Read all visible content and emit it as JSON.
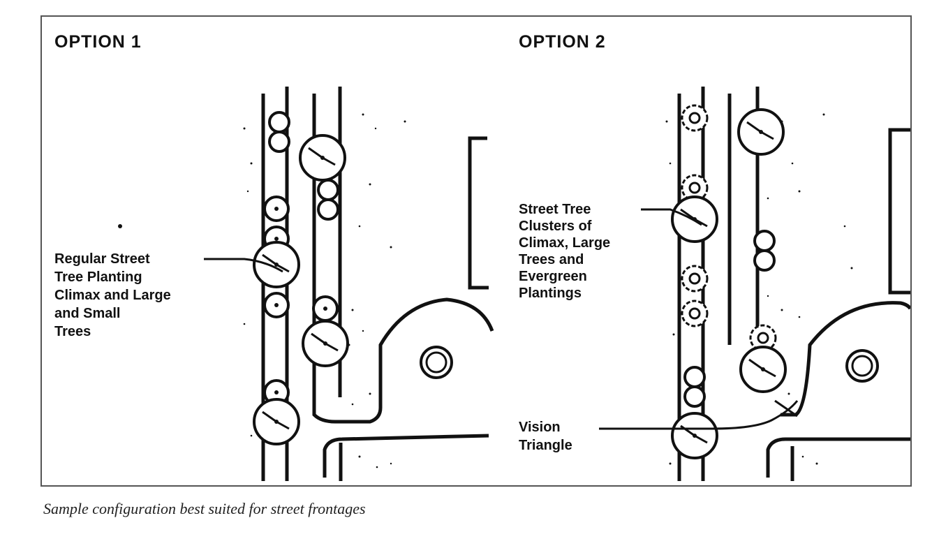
{
  "option1": {
    "heading": "OPTION 1",
    "note_lines": [
      "Regular Street",
      "Tree Planting",
      "Climax and Large",
      "and Small",
      "Trees"
    ]
  },
  "option2": {
    "heading": "OPTION 2",
    "note_lines": [
      "Street Tree",
      "Clusters of",
      "Climax, Large",
      "Trees and",
      "Evergreen",
      "Plantings"
    ],
    "vision_lines": [
      "Vision",
      "Triangle"
    ]
  },
  "caption": "Sample configuration best suited for street frontages",
  "colors": {
    "ink": "#111111",
    "frame": "#555555"
  }
}
